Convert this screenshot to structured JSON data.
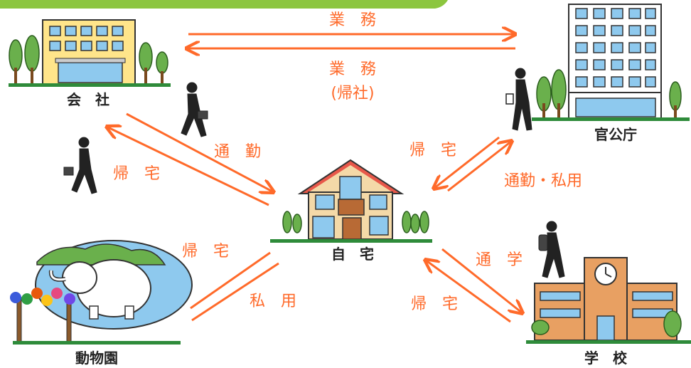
{
  "places": {
    "company": "会　社",
    "government": "官公庁",
    "home": "自　宅",
    "zoo": "動物園",
    "school": "学　校"
  },
  "routes": {
    "business": "業　務",
    "business_return": "業　務",
    "business_return_note": "(帰社)",
    "commute": "通　勤",
    "return_home_company": "帰　宅",
    "return_home_gov": "帰　宅",
    "commute_private": "通勤・私用",
    "return_home_zoo": "帰　宅",
    "private_use": "私　用",
    "school_commute": "通　学",
    "return_home_school": "帰　宅"
  },
  "colors": {
    "arrow": "#ff6a2a",
    "ground": "#2e8b3a",
    "banner": "#8cc63f"
  },
  "icons": [
    "office-building-icon",
    "government-building-icon",
    "house-icon",
    "zoo-elephant-icon",
    "school-icon",
    "walking-person-icon",
    "tree-icon"
  ]
}
